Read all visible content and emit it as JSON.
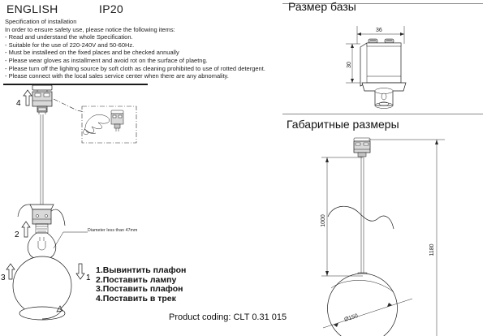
{
  "header": {
    "language": "ENGLISH",
    "ingress_protection": "IP20"
  },
  "specification": {
    "title": "Specification of installation",
    "intro": "In order to ensure safety use, please notice the following items:",
    "items": [
      "- Read and understand the whole Specification.",
      "- Suitable for the use of 220-240V and 50-60Hz.",
      "- Must be installeed on the fixed places and be checked annually",
      "- Please wear gloves as installment and avoid rot on the surface of plaetng.",
      "- Please turn off the lighitng source by soft cloth as cleaning prohibited to use of rotted detergent.",
      "- Please connect with the local sales service center when there are any abnomality."
    ]
  },
  "assembly": {
    "step_markers": [
      "4",
      "2",
      "3",
      "1"
    ],
    "bulb_callout": "Diameter less than 47mm",
    "detail_inset_name": "hand-holding-track-adapter"
  },
  "russian_steps": [
    "1.Вывинтить плафон",
    "2.Поставить лампу",
    "3.Поставить плафон",
    "4.Поставить в трек"
  ],
  "product_coding": "Product coding: CLT 0.31 015",
  "base_size": {
    "title": "Размер базы",
    "width_mm": "36",
    "height_mm": "30"
  },
  "overall_dimensions": {
    "title": "Габаритные размеры",
    "cord_length_mm": "1000",
    "total_height_mm": "1180",
    "globe_diameter_mm": "Ø150"
  },
  "colors": {
    "ink": "#1a1a1a",
    "rule": "#8a8a8a",
    "shade_light": "#d9d9d9",
    "shade_mid": "#c4c4c4",
    "background": "#ffffff"
  }
}
